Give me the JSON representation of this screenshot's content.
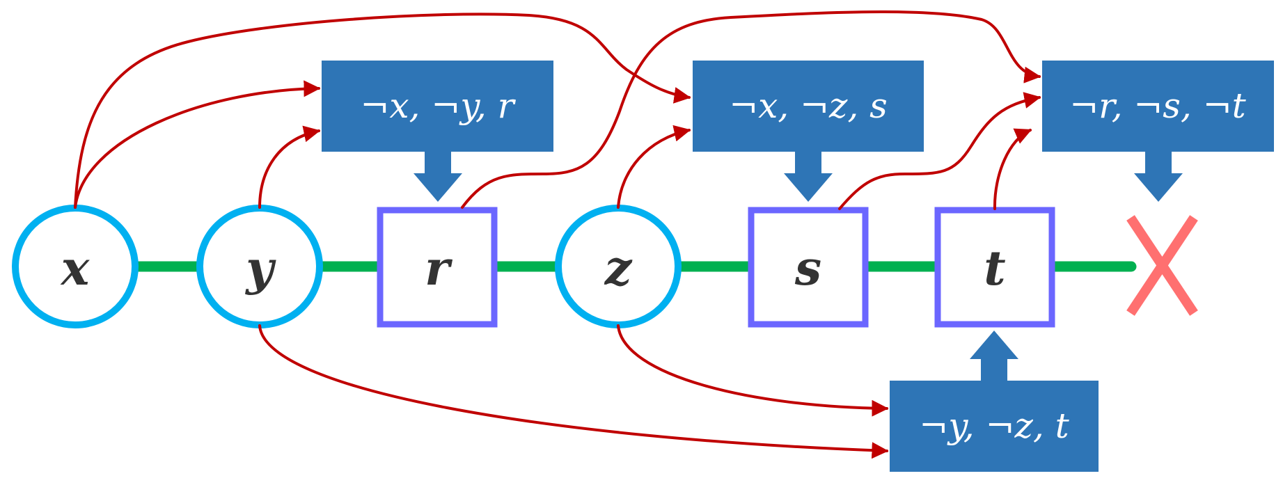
{
  "colors": {
    "variable_ring": "#00B0F0",
    "gate_border": "#6B66FF",
    "chain_edge": "#00B050",
    "clause_fill": "#2E75B6",
    "arrow": "#C00000",
    "fail_mark": "#FF7070"
  },
  "nodes": {
    "x": {
      "label": "x",
      "kind": "variable"
    },
    "y": {
      "label": "y",
      "kind": "variable"
    },
    "r": {
      "label": "r",
      "kind": "gate"
    },
    "z": {
      "label": "z",
      "kind": "variable"
    },
    "s": {
      "label": "s",
      "kind": "gate"
    },
    "t": {
      "label": "t",
      "kind": "gate"
    }
  },
  "clauses": {
    "c1": "¬x, ¬y, r",
    "c2": "¬x, ¬z, s",
    "c3": "¬r, ¬s, ¬t",
    "c4": "¬y, ¬z, t"
  },
  "fail_mark": {
    "glyph": "cross-icon"
  }
}
